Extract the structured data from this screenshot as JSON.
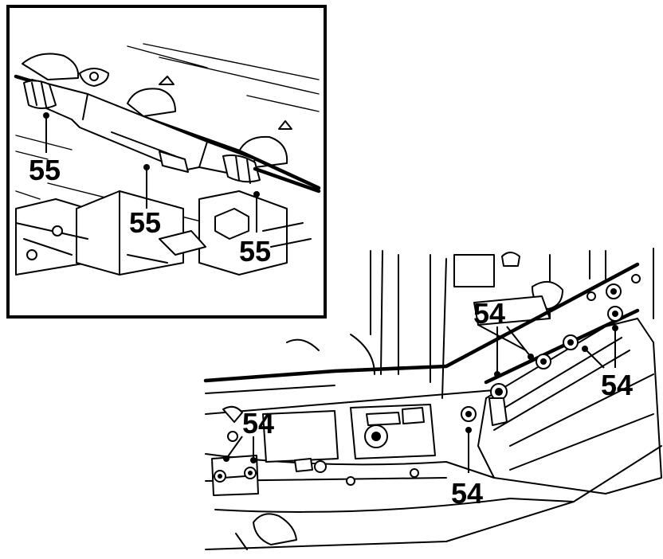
{
  "diagram": {
    "callouts": [
      {
        "id": "inset-left",
        "text": "55"
      },
      {
        "id": "inset-center",
        "text": "55"
      },
      {
        "id": "inset-right",
        "text": "55"
      },
      {
        "id": "main-top",
        "text": "54"
      },
      {
        "id": "main-right",
        "text": "54"
      },
      {
        "id": "main-left",
        "text": "54"
      },
      {
        "id": "main-bottom",
        "text": "54"
      }
    ]
  }
}
